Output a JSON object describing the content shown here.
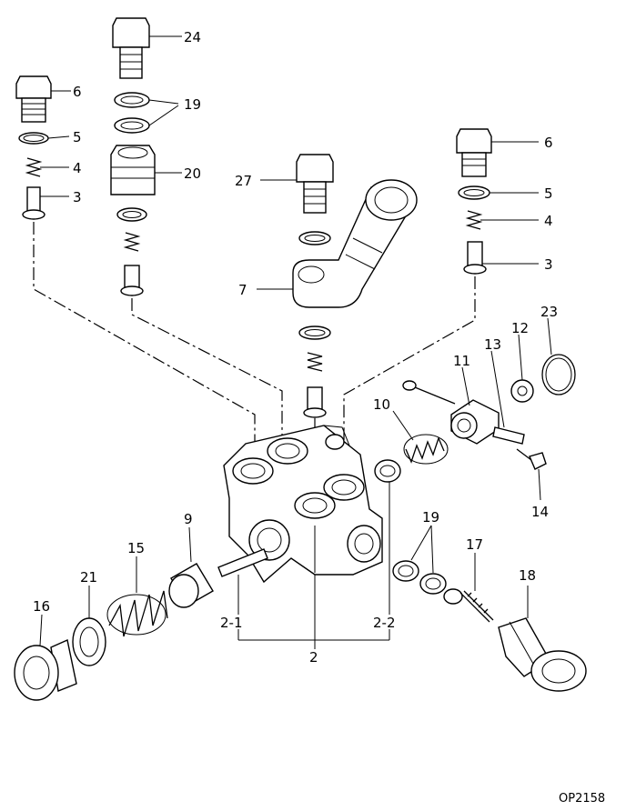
{
  "drawing_code": "OP2158",
  "labels": {
    "l24": "24",
    "l19a": "19",
    "l6a": "6",
    "l5a": "5",
    "l4a": "4",
    "l3a": "3",
    "l20": "20",
    "l27": "27",
    "l7": "7",
    "l6b": "6",
    "l5b": "5",
    "l4b": "4",
    "l3b": "3",
    "l23": "23",
    "l12": "12",
    "l13": "13",
    "l11": "11",
    "l10": "10",
    "l14": "14",
    "l9": "9",
    "l15": "15",
    "l21": "21",
    "l16": "16",
    "l19b": "19",
    "l17": "17",
    "l18": "18",
    "l2_1": "2-1",
    "l2_2": "2-2",
    "l2": "2"
  }
}
